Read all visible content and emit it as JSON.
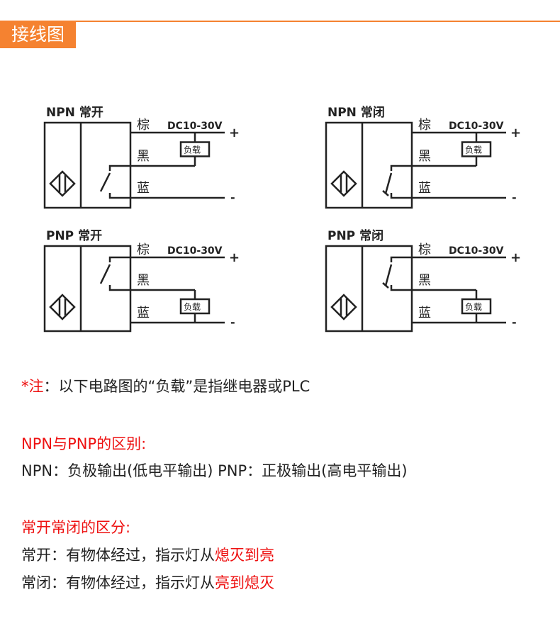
{
  "header": {
    "title": "接线图"
  },
  "colors": {
    "accent": "#f58230",
    "highlight": "#ee1111"
  },
  "diagrams": [
    {
      "title": "NPN 常开",
      "type": "NPN",
      "mode": "NO",
      "brown": "棕",
      "black": "黑",
      "blue": "蓝",
      "voltage": "DC10-30V",
      "load": "负载",
      "plus": "+",
      "minus": "-"
    },
    {
      "title": "NPN 常闭",
      "type": "NPN",
      "mode": "NC",
      "brown": "棕",
      "black": "黑",
      "blue": "蓝",
      "voltage": "DC10-30V",
      "load": "负载",
      "plus": "+",
      "minus": "-"
    },
    {
      "title": "PNP 常开",
      "type": "PNP",
      "mode": "NO",
      "brown": "棕",
      "black": "黑",
      "blue": "蓝",
      "voltage": "DC10-30V",
      "load": "负载",
      "plus": "+",
      "minus": "-"
    },
    {
      "title": "PNP 常闭",
      "type": "PNP",
      "mode": "NC",
      "brown": "棕",
      "black": "黑",
      "blue": "蓝",
      "voltage": "DC10-30V",
      "load": "负载",
      "plus": "+",
      "minus": "-"
    }
  ],
  "notes": {
    "note_mark": "*注",
    "note_text": "：以下电路图的“负载”是指继电器或PLC",
    "diff_title": "NPN与PNP的区别:",
    "diff_text": "NPN：负极输出(低电平输出)  PNP：正极输出(高电平输出)",
    "nonc_title": "常开常闭的区分:",
    "no_prefix": "常开：有物体经过，指示灯从",
    "no_highlight": "熄灭到亮",
    "nc_prefix": "常闭：有物体经过，指示灯从",
    "nc_highlight": "亮到熄灭"
  }
}
